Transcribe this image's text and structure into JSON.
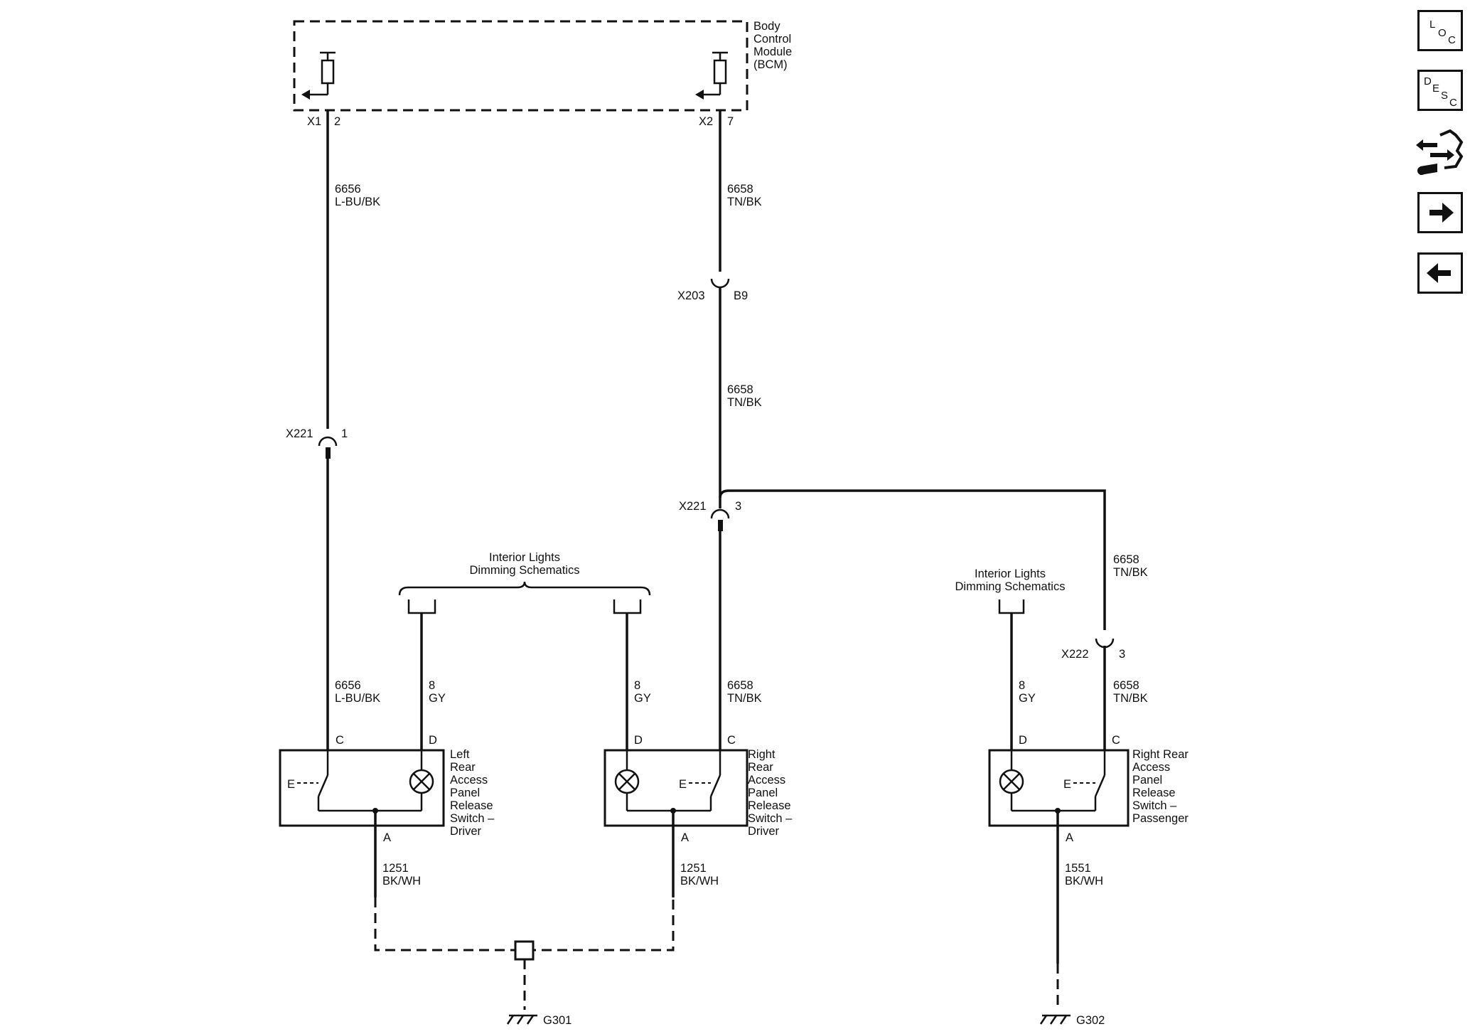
{
  "module": {
    "name_lines": [
      "Body",
      "Control",
      "Module",
      "(BCM)"
    ]
  },
  "connectors": {
    "bcm_left": {
      "id": "X1",
      "pin": "2"
    },
    "bcm_right": {
      "id": "X2",
      "pin": "7"
    },
    "x203": {
      "id": "X203",
      "pin": "B9"
    },
    "x221_left": {
      "id": "X221",
      "pin": "1"
    },
    "x221_mid": {
      "id": "X221",
      "pin": "3"
    },
    "x222": {
      "id": "X222",
      "pin": "3"
    }
  },
  "wires": {
    "w6656_top": {
      "circuit": "6656",
      "color": "L-BU/BK"
    },
    "w6658_top": {
      "circuit": "6658",
      "color": "TN/BK"
    },
    "w6658_mid": {
      "circuit": "6658",
      "color": "TN/BK"
    },
    "w6658_right": {
      "circuit": "6658",
      "color": "TN/BK"
    },
    "w6656_bot": {
      "circuit": "6656",
      "color": "L-BU/BK"
    },
    "w8_left": {
      "circuit": "8",
      "color": "GY"
    },
    "w8_mid": {
      "circuit": "8",
      "color": "GY"
    },
    "w6658_bot": {
      "circuit": "6658",
      "color": "TN/BK"
    },
    "w8_right": {
      "circuit": "8",
      "color": "GY"
    },
    "w6658_pass": {
      "circuit": "6658",
      "color": "TN/BK"
    },
    "w1251_left": {
      "circuit": "1251",
      "color": "BK/WH"
    },
    "w1251_mid": {
      "circuit": "1251",
      "color": "BK/WH"
    },
    "w1551_right": {
      "circuit": "1551",
      "color": "BK/WH"
    }
  },
  "dimming_refs": {
    "left": {
      "lines": [
        "Interior Lights",
        "Dimming Schematics"
      ]
    },
    "right": {
      "lines": [
        "Interior Lights",
        "Dimming Schematics"
      ]
    }
  },
  "switches": {
    "left": {
      "name_lines": [
        "Left",
        "Rear",
        "Access",
        "Panel",
        "Release",
        "Switch –",
        "Driver"
      ],
      "pin_c": "C",
      "pin_d": "D",
      "pin_a": "A"
    },
    "mid": {
      "name_lines": [
        "Right",
        "Rear",
        "Access",
        "Panel",
        "Release",
        "Switch –",
        "Driver"
      ],
      "pin_c": "C",
      "pin_d": "D",
      "pin_a": "A"
    },
    "right": {
      "name_lines": [
        "Right Rear",
        "Access",
        "Panel",
        "Release",
        "Switch –",
        "Passenger"
      ],
      "pin_c": "C",
      "pin_d": "D",
      "pin_a": "A"
    }
  },
  "grounds": {
    "left": "G301",
    "right": "G302"
  },
  "sidebar": {
    "loc": {
      "letters": [
        "L",
        "O",
        "C"
      ]
    },
    "desc": {
      "letters": [
        "D",
        "E",
        "S",
        "C"
      ]
    }
  }
}
